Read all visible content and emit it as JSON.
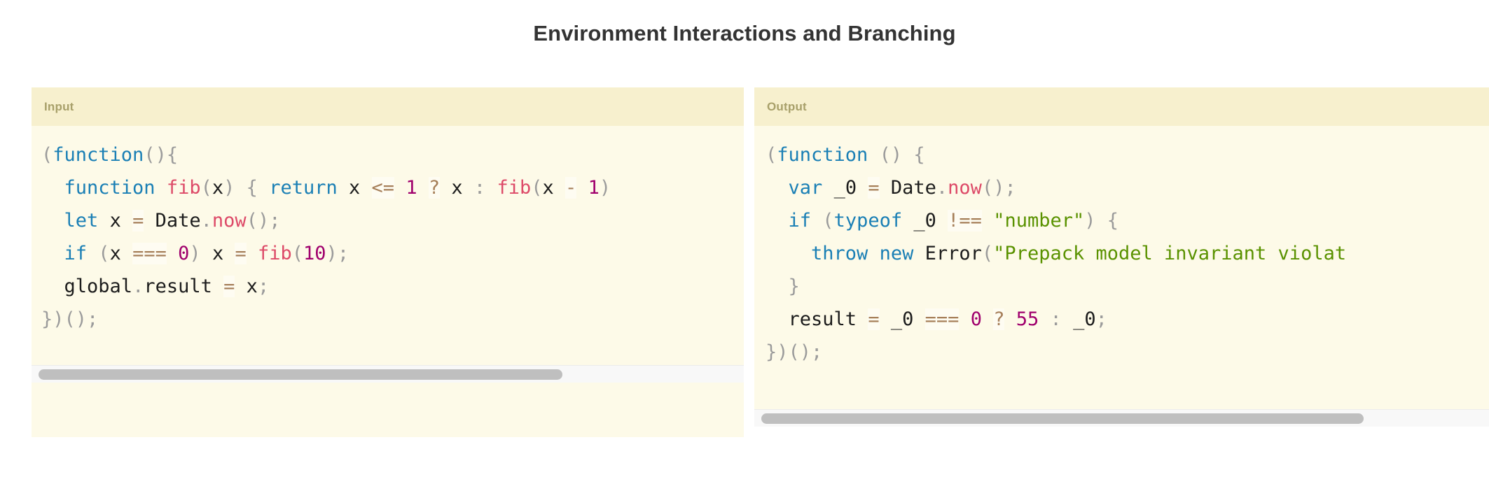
{
  "page": {
    "title": "Environment Interactions and Branching",
    "background": "#ffffff"
  },
  "theme": {
    "header_bg": "#f7f0ce",
    "code_bg": "#fdfae8",
    "header_label_color": "#a8a06a",
    "title_color": "#333333",
    "keyword": "#1a7fb5",
    "function_name": "#dd4a68",
    "number": "#a0006d",
    "string": "#5a9200",
    "operator": "#a67f59",
    "punctuation": "#9b9b9b",
    "plain_text": "#1c1c1c",
    "scrollbar_thumb": "#bfbfbf",
    "scrollbar_track": "#f8f8f8"
  },
  "panels": [
    {
      "id": "input",
      "label": "Input",
      "scrollbar": {
        "present": true,
        "orientation": "horizontal",
        "thumb_fraction": 0.735
      },
      "code_lines": [
        [
          {
            "t": "(",
            "c": "punct"
          },
          {
            "t": "function",
            "c": "keyword"
          },
          {
            "t": "(){",
            "c": "punct"
          }
        ],
        [
          {
            "t": "  ",
            "c": "plain"
          },
          {
            "t": "function",
            "c": "keyword"
          },
          {
            "t": " ",
            "c": "plain"
          },
          {
            "t": "fib",
            "c": "function"
          },
          {
            "t": "(",
            "c": "punct"
          },
          {
            "t": "x",
            "c": "plain"
          },
          {
            "t": ")",
            "c": "punct"
          },
          {
            "t": " ",
            "c": "plain"
          },
          {
            "t": "{",
            "c": "punct"
          },
          {
            "t": " ",
            "c": "plain"
          },
          {
            "t": "return",
            "c": "keyword"
          },
          {
            "t": " ",
            "c": "plain"
          },
          {
            "t": "x",
            "c": "plain"
          },
          {
            "t": " ",
            "c": "plain"
          },
          {
            "t": "<=",
            "c": "operator"
          },
          {
            "t": " ",
            "c": "plain"
          },
          {
            "t": "1",
            "c": "number"
          },
          {
            "t": " ",
            "c": "plain"
          },
          {
            "t": "?",
            "c": "operator"
          },
          {
            "t": " ",
            "c": "plain"
          },
          {
            "t": "x",
            "c": "plain"
          },
          {
            "t": " ",
            "c": "plain"
          },
          {
            "t": ":",
            "c": "punct"
          },
          {
            "t": " ",
            "c": "plain"
          },
          {
            "t": "fib",
            "c": "function"
          },
          {
            "t": "(",
            "c": "punct"
          },
          {
            "t": "x",
            "c": "plain"
          },
          {
            "t": " ",
            "c": "plain"
          },
          {
            "t": "-",
            "c": "operator"
          },
          {
            "t": " ",
            "c": "plain"
          },
          {
            "t": "1",
            "c": "number"
          },
          {
            "t": ")",
            "c": "punct"
          }
        ],
        [
          {
            "t": "  ",
            "c": "plain"
          },
          {
            "t": "let",
            "c": "keyword"
          },
          {
            "t": " ",
            "c": "plain"
          },
          {
            "t": "x",
            "c": "plain"
          },
          {
            "t": " ",
            "c": "plain"
          },
          {
            "t": "=",
            "c": "operator"
          },
          {
            "t": " ",
            "c": "plain"
          },
          {
            "t": "Date",
            "c": "builtin"
          },
          {
            "t": ".",
            "c": "punct"
          },
          {
            "t": "now",
            "c": "function"
          },
          {
            "t": "();",
            "c": "punct"
          }
        ],
        [
          {
            "t": "  ",
            "c": "plain"
          },
          {
            "t": "if",
            "c": "keyword"
          },
          {
            "t": " ",
            "c": "plain"
          },
          {
            "t": "(",
            "c": "punct"
          },
          {
            "t": "x",
            "c": "plain"
          },
          {
            "t": " ",
            "c": "plain"
          },
          {
            "t": "===",
            "c": "operator"
          },
          {
            "t": " ",
            "c": "plain"
          },
          {
            "t": "0",
            "c": "number"
          },
          {
            "t": ")",
            "c": "punct"
          },
          {
            "t": " ",
            "c": "plain"
          },
          {
            "t": "x",
            "c": "plain"
          },
          {
            "t": " ",
            "c": "plain"
          },
          {
            "t": "=",
            "c": "operator"
          },
          {
            "t": " ",
            "c": "plain"
          },
          {
            "t": "fib",
            "c": "function"
          },
          {
            "t": "(",
            "c": "punct"
          },
          {
            "t": "10",
            "c": "number"
          },
          {
            "t": ");",
            "c": "punct"
          }
        ],
        [
          {
            "t": "  ",
            "c": "plain"
          },
          {
            "t": "global",
            "c": "plain"
          },
          {
            "t": ".",
            "c": "punct"
          },
          {
            "t": "result",
            "c": "plain"
          },
          {
            "t": " ",
            "c": "plain"
          },
          {
            "t": "=",
            "c": "operator"
          },
          {
            "t": " ",
            "c": "plain"
          },
          {
            "t": "x",
            "c": "plain"
          },
          {
            "t": ";",
            "c": "punct"
          }
        ],
        [
          {
            "t": "})();",
            "c": "punct"
          }
        ]
      ]
    },
    {
      "id": "output",
      "label": "Output",
      "scrollbar": {
        "present": true,
        "orientation": "horizontal",
        "thumb_fraction": 0.82
      },
      "code_lines": [
        [
          {
            "t": "(",
            "c": "punct"
          },
          {
            "t": "function",
            "c": "keyword"
          },
          {
            "t": " ",
            "c": "plain"
          },
          {
            "t": "()",
            "c": "punct"
          },
          {
            "t": " ",
            "c": "plain"
          },
          {
            "t": "{",
            "c": "punct"
          }
        ],
        [
          {
            "t": "  ",
            "c": "plain"
          },
          {
            "t": "var",
            "c": "keyword"
          },
          {
            "t": " ",
            "c": "plain"
          },
          {
            "t": "_0",
            "c": "plain"
          },
          {
            "t": " ",
            "c": "plain"
          },
          {
            "t": "=",
            "c": "operator"
          },
          {
            "t": " ",
            "c": "plain"
          },
          {
            "t": "Date",
            "c": "builtin"
          },
          {
            "t": ".",
            "c": "punct"
          },
          {
            "t": "now",
            "c": "function"
          },
          {
            "t": "();",
            "c": "punct"
          }
        ],
        [
          {
            "t": "  ",
            "c": "plain"
          },
          {
            "t": "if",
            "c": "keyword"
          },
          {
            "t": " ",
            "c": "plain"
          },
          {
            "t": "(",
            "c": "punct"
          },
          {
            "t": "typeof",
            "c": "keyword"
          },
          {
            "t": " ",
            "c": "plain"
          },
          {
            "t": "_0",
            "c": "plain"
          },
          {
            "t": " ",
            "c": "plain"
          },
          {
            "t": "!==",
            "c": "operator"
          },
          {
            "t": " ",
            "c": "plain"
          },
          {
            "t": "\"number\"",
            "c": "string"
          },
          {
            "t": ")",
            "c": "punct"
          },
          {
            "t": " ",
            "c": "plain"
          },
          {
            "t": "{",
            "c": "punct"
          }
        ],
        [
          {
            "t": "    ",
            "c": "plain"
          },
          {
            "t": "throw",
            "c": "keyword"
          },
          {
            "t": " ",
            "c": "plain"
          },
          {
            "t": "new",
            "c": "keyword"
          },
          {
            "t": " ",
            "c": "plain"
          },
          {
            "t": "Error",
            "c": "builtin"
          },
          {
            "t": "(",
            "c": "punct"
          },
          {
            "t": "\"Prepack model invariant violat",
            "c": "string"
          }
        ],
        [
          {
            "t": "  ",
            "c": "plain"
          },
          {
            "t": "}",
            "c": "punct"
          }
        ],
        [
          {
            "t": "  ",
            "c": "plain"
          },
          {
            "t": "result",
            "c": "plain"
          },
          {
            "t": " ",
            "c": "plain"
          },
          {
            "t": "=",
            "c": "operator"
          },
          {
            "t": " ",
            "c": "plain"
          },
          {
            "t": "_0",
            "c": "plain"
          },
          {
            "t": " ",
            "c": "plain"
          },
          {
            "t": "===",
            "c": "operator"
          },
          {
            "t": " ",
            "c": "plain"
          },
          {
            "t": "0",
            "c": "number"
          },
          {
            "t": " ",
            "c": "plain"
          },
          {
            "t": "?",
            "c": "operator"
          },
          {
            "t": " ",
            "c": "plain"
          },
          {
            "t": "55",
            "c": "number"
          },
          {
            "t": " ",
            "c": "plain"
          },
          {
            "t": ":",
            "c": "punct"
          },
          {
            "t": " ",
            "c": "plain"
          },
          {
            "t": "_0",
            "c": "plain"
          },
          {
            "t": ";",
            "c": "punct"
          }
        ],
        [
          {
            "t": "})();",
            "c": "punct"
          }
        ]
      ]
    }
  ]
}
